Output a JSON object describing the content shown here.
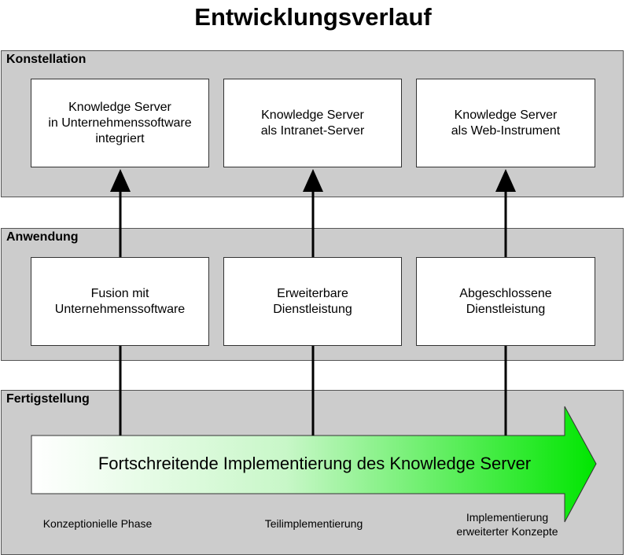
{
  "title": "Entwicklungsverlauf",
  "bands": {
    "konstellation": "Konstellation",
    "anwendung": "Anwendung",
    "fertigstellung": "Fertigstellung"
  },
  "konstellation_boxes": [
    [
      "Knowledge Server",
      "in Unternehmenssoftware",
      "integriert"
    ],
    [
      "Knowledge Server",
      "als Intranet-Server"
    ],
    [
      "Knowledge Server",
      "als Web-Instrument"
    ]
  ],
  "anwendung_boxes": [
    [
      "Fusion mit",
      "Unternehmenssoftware"
    ],
    [
      "Erweiterbare",
      "Dienstleistung"
    ],
    [
      "Abgeschlossene",
      "Dienstleistung"
    ]
  ],
  "big_arrow_text": "Fortschreitende Implementierung des Knowledge Server",
  "phases": {
    "phase1": "Konzeptionielle Phase",
    "phase2": "Teilimplementierung",
    "phase3_line1": "Implementierung",
    "phase3_line2": "erweiterter Konzepte"
  },
  "colors": {
    "band": "#cccccc",
    "arrow_start": "#ffffff",
    "arrow_end": "#00e600"
  }
}
